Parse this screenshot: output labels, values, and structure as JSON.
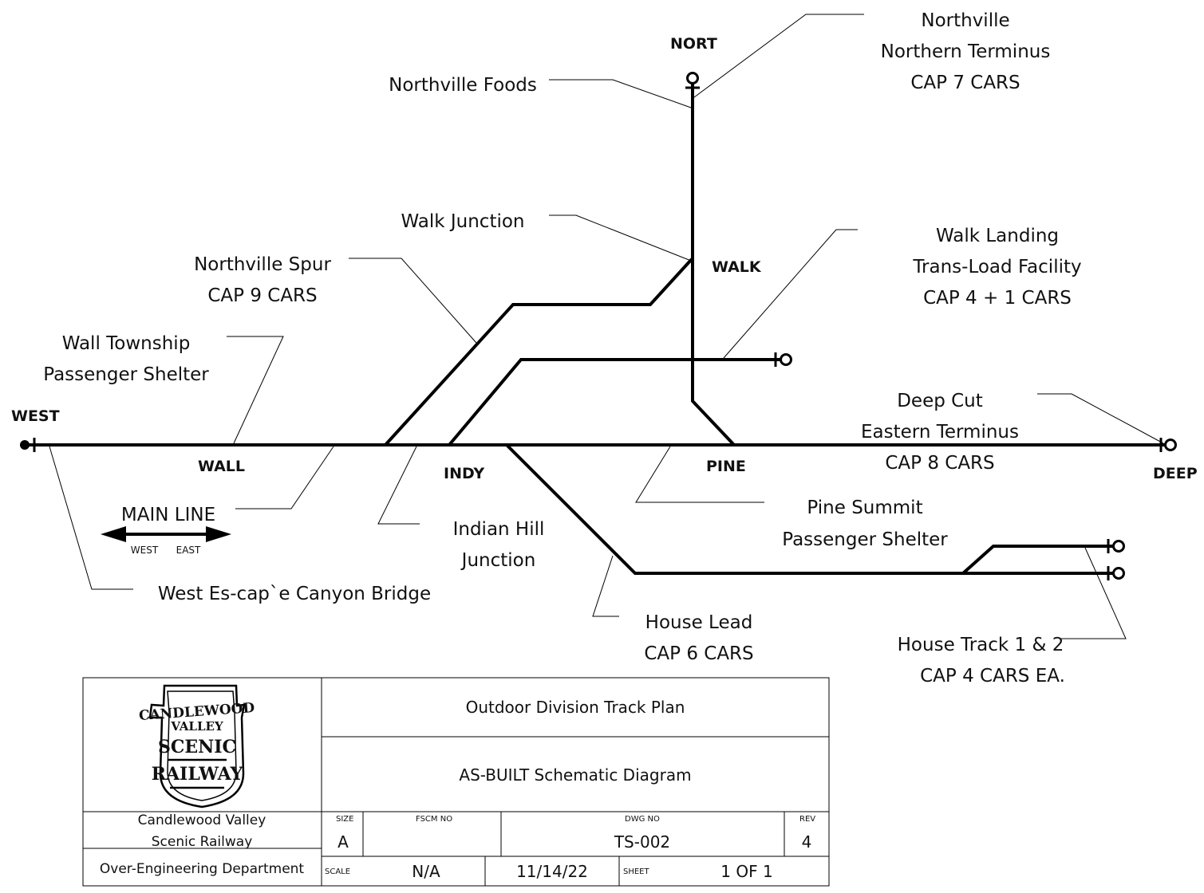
{
  "stations": {
    "west": "WEST",
    "wall": "WALL",
    "indy": "INDY",
    "pine": "PINE",
    "deep": "DEEP",
    "walk": "WALK",
    "nort": "NORT"
  },
  "labels": {
    "northville_foods": "Northville Foods",
    "northville_l1": "Northville",
    "northville_l2": "Northern Terminus",
    "northville_l3": "CAP 7 CARS",
    "walk_junction": "Walk Junction",
    "walk_landing_l1": "Walk Landing",
    "walk_landing_l2": "Trans-Load Facility",
    "walk_landing_l3": "CAP 4 + 1 CARS",
    "northville_spur_l1": "Northville Spur",
    "northville_spur_l2": "CAP 9 CARS",
    "wall_township_l1": "Wall Township",
    "wall_township_l2": "Passenger Shelter",
    "deep_cut_l1": "Deep Cut",
    "deep_cut_l2": "Eastern Terminus",
    "deep_cut_l3": "CAP 8 CARS",
    "main_line": "MAIN LINE",
    "main_west": "WEST",
    "main_east": "EAST",
    "indian_hill_l1": "Indian Hill",
    "indian_hill_l2": "Junction",
    "pine_summit_l1": "Pine Summit",
    "pine_summit_l2": "Passenger Shelter",
    "west_bridge": "West Es-cap`e Canyon Bridge",
    "house_lead_l1": "House Lead",
    "house_lead_l2": "CAP 6 CARS",
    "house_track_l1": "House Track 1 & 2",
    "house_track_l2": "CAP 4 CARS EA."
  },
  "logo": {
    "line1": "CANDLEWOOD",
    "line2": "VALLEY",
    "line3": "SCENIC",
    "line4": "RAILWAY"
  },
  "title_block": {
    "title": "Outdoor Division Track Plan",
    "subtitle": "AS-BUILT Schematic Diagram",
    "company_l1": "Candlewood Valley",
    "company_l2": "Scenic Railway",
    "department": "Over-Engineering Department",
    "size_label": "SIZE",
    "size_value": "A",
    "fscm_label": "FSCM NO",
    "fscm_value": "",
    "dwg_label": "DWG NO",
    "dwg_value": "TS-002",
    "rev_label": "REV",
    "rev_value": "4",
    "scale_label": "SCALE",
    "scale_value": "N/A",
    "date_value": "11/14/22",
    "sheet_label": "SHEET",
    "sheet_value": "1 OF 1"
  }
}
